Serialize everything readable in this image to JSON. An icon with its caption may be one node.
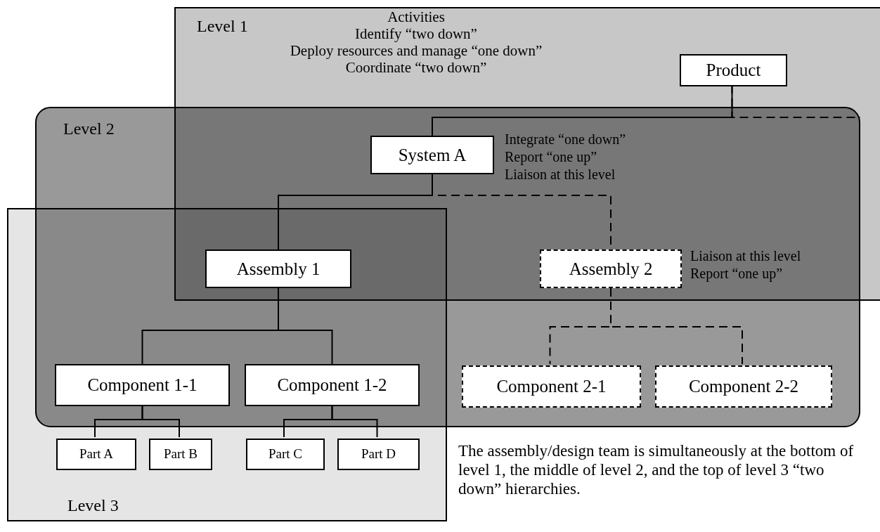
{
  "diagram": {
    "nodes": [
      {
        "text": [
          "Level 1",
          "Activities",
          "Identify “two down”",
          "Deploy resources and manage “one down”",
          "Coordinate “two down”"
        ]
      },
      {
        "text": [
          "Level 2"
        ]
      },
      {
        "text": [
          "Level 3"
        ]
      },
      {
        "text": [
          "Product"
        ],
        "in": 0
      },
      {
        "text": [
          "System A"
        ],
        "beside": [
          "Integrate “one down”",
          "Report “one up”",
          "Liaison at this level"
        ]
      },
      {
        "text": [
          "Assembly 1"
        ]
      },
      {
        "text": [
          "Assembly 2"
        ],
        "beside": [
          "Liaison at this level",
          "Report “one up”"
        ]
      },
      {
        "text": [
          "Component 1-1"
        ]
      },
      {
        "text": [
          "Component 1-2"
        ]
      },
      {
        "text": [
          "Component 2-1"
        ],
        "in": 1
      },
      {
        "text": [
          "Component 2-2"
        ],
        "in": 1
      },
      {
        "text": [
          "Part A"
        ],
        "in": 2
      },
      {
        "text": [
          "Part B"
        ],
        "in": 2
      },
      {
        "text": [
          "Part C"
        ],
        "in": 2
      },
      {
        "text": [
          "Part D"
        ],
        "in": 2
      }
    ],
    "edges": [
      {
        "from": 3,
        "to": 4,
        "arrow": "none"
      },
      {
        "from": 3,
        "to": 1,
        "arrow": "none",
        "style": "dashed"
      },
      {
        "from": 4,
        "to": 5,
        "arrow": "none"
      },
      {
        "from": 4,
        "to": 6,
        "arrow": "none",
        "style": "dashed"
      },
      {
        "from": 5,
        "to": 7,
        "arrow": "none"
      },
      {
        "from": 5,
        "to": 8,
        "arrow": "none"
      },
      {
        "from": 6,
        "to": 9,
        "arrow": "none",
        "style": "dashed"
      },
      {
        "from": 6,
        "to": 10,
        "arrow": "none",
        "style": "dashed"
      },
      {
        "from": 7,
        "to": 11,
        "arrow": "none"
      },
      {
        "from": 7,
        "to": 12,
        "arrow": "none"
      },
      {
        "from": 8,
        "to": 13,
        "arrow": "none"
      },
      {
        "from": 8,
        "to": 14,
        "arrow": "none"
      }
    ],
    "labels": [
      "The assembly/design team is simultaneously at the bottom of level 1, the middle of level 2, and the top of level 3 “two down” hierarchies."
    ]
  }
}
